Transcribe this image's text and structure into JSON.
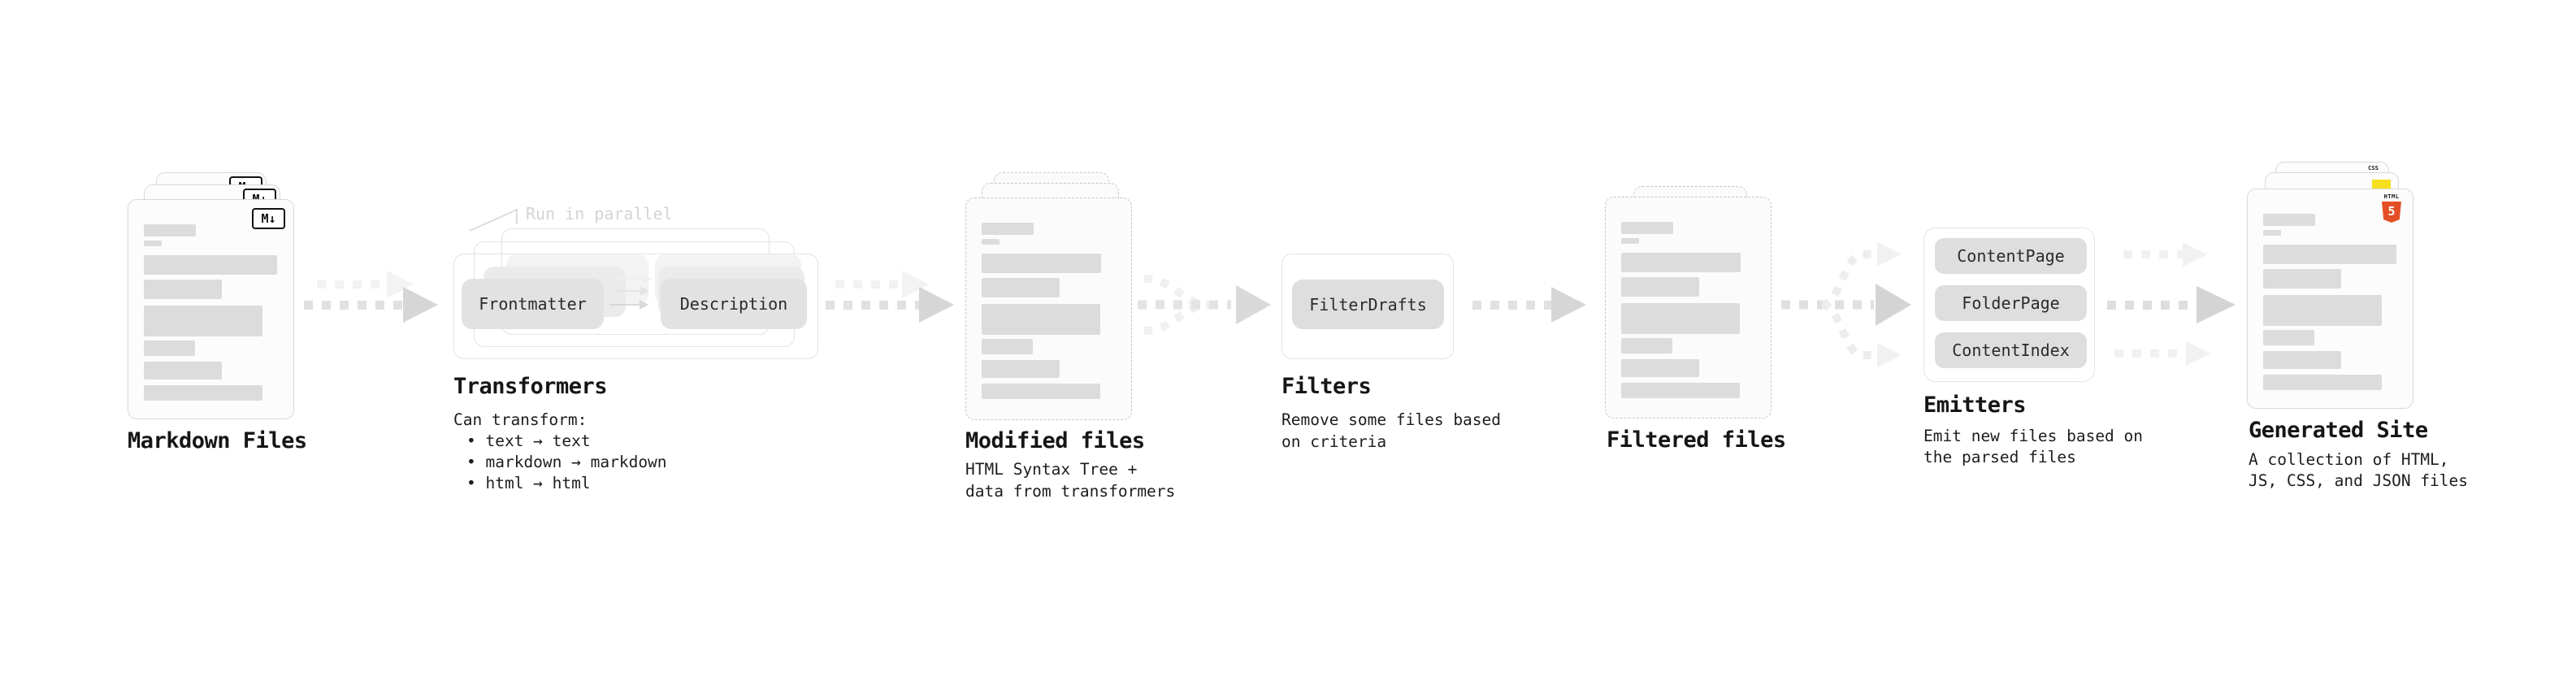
{
  "diagram": {
    "markdown_files": {
      "title": "Markdown Files",
      "badge": "M↓"
    },
    "transformers": {
      "title": "Transformers",
      "annotation": "Run in parallel",
      "pill_frontmatter": "Frontmatter",
      "pill_description": "Description",
      "desc": [
        "Can transform:",
        "• text → text",
        "• markdown → markdown",
        "• html → html"
      ]
    },
    "modified_files": {
      "title": "Modified files",
      "desc": [
        "HTML Syntax Tree +",
        "data from transformers"
      ]
    },
    "filters": {
      "title": "Filters",
      "pill": "FilterDrafts",
      "desc": [
        "Remove some files based",
        "on criteria"
      ]
    },
    "filtered_files": {
      "title": "Filtered files"
    },
    "emitters": {
      "title": "Emitters",
      "pills": [
        "ContentPage",
        "FolderPage",
        "ContentIndex"
      ],
      "desc": [
        "Emit new files based on",
        "the parsed files"
      ]
    },
    "generated_site": {
      "title": "Generated Site",
      "desc": [
        "A collection of HTML,",
        "JS, CSS, and JSON files"
      ],
      "css_badge": "CSS",
      "html_badge_word": "HTML",
      "html_badge_number": "5"
    }
  },
  "colors": {
    "html5_orange": "#e34f26",
    "js_yellow": "#f7df1e",
    "css_blue": "#2965f1",
    "arrow_dark": "#d6d6d6",
    "arrow_light": "#f1f1f1",
    "bar_gray": "#dcdcdc",
    "pill_gray": "#e2e2e2",
    "annotation_gray": "#d4d4d4"
  }
}
